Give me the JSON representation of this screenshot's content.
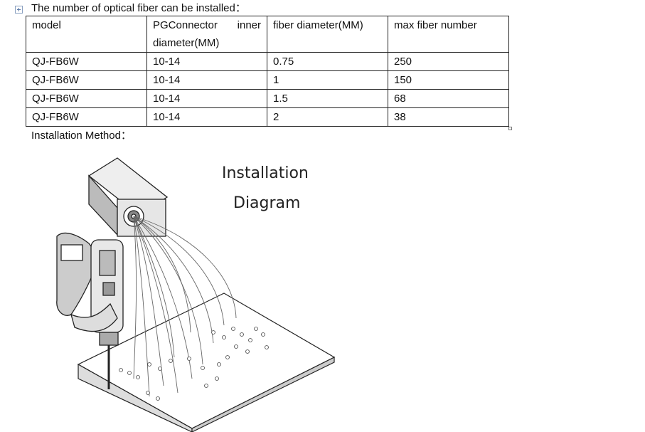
{
  "heading": "The number of optical fiber can be installed：",
  "table": {
    "headers": [
      "model",
      "PGConnector inner diameter(MM)",
      "fiber diameter(MM)",
      "max fiber number"
    ],
    "header_col2_lines": [
      "PGConnector inner",
      "diameter(MM)"
    ],
    "rows": [
      [
        "QJ-FB6W",
        "10-14",
        "0.75",
        "250"
      ],
      [
        "QJ-FB6W",
        "10-14",
        "1",
        "150"
      ],
      [
        "QJ-FB6W",
        "10-14",
        "1.5",
        "68"
      ],
      [
        "QJ-FB6W",
        "10-14",
        "2",
        "38"
      ]
    ]
  },
  "installation_label": "Installation Method：",
  "diagram": {
    "title_line1": "Installation",
    "title_line2": "Diagram"
  }
}
